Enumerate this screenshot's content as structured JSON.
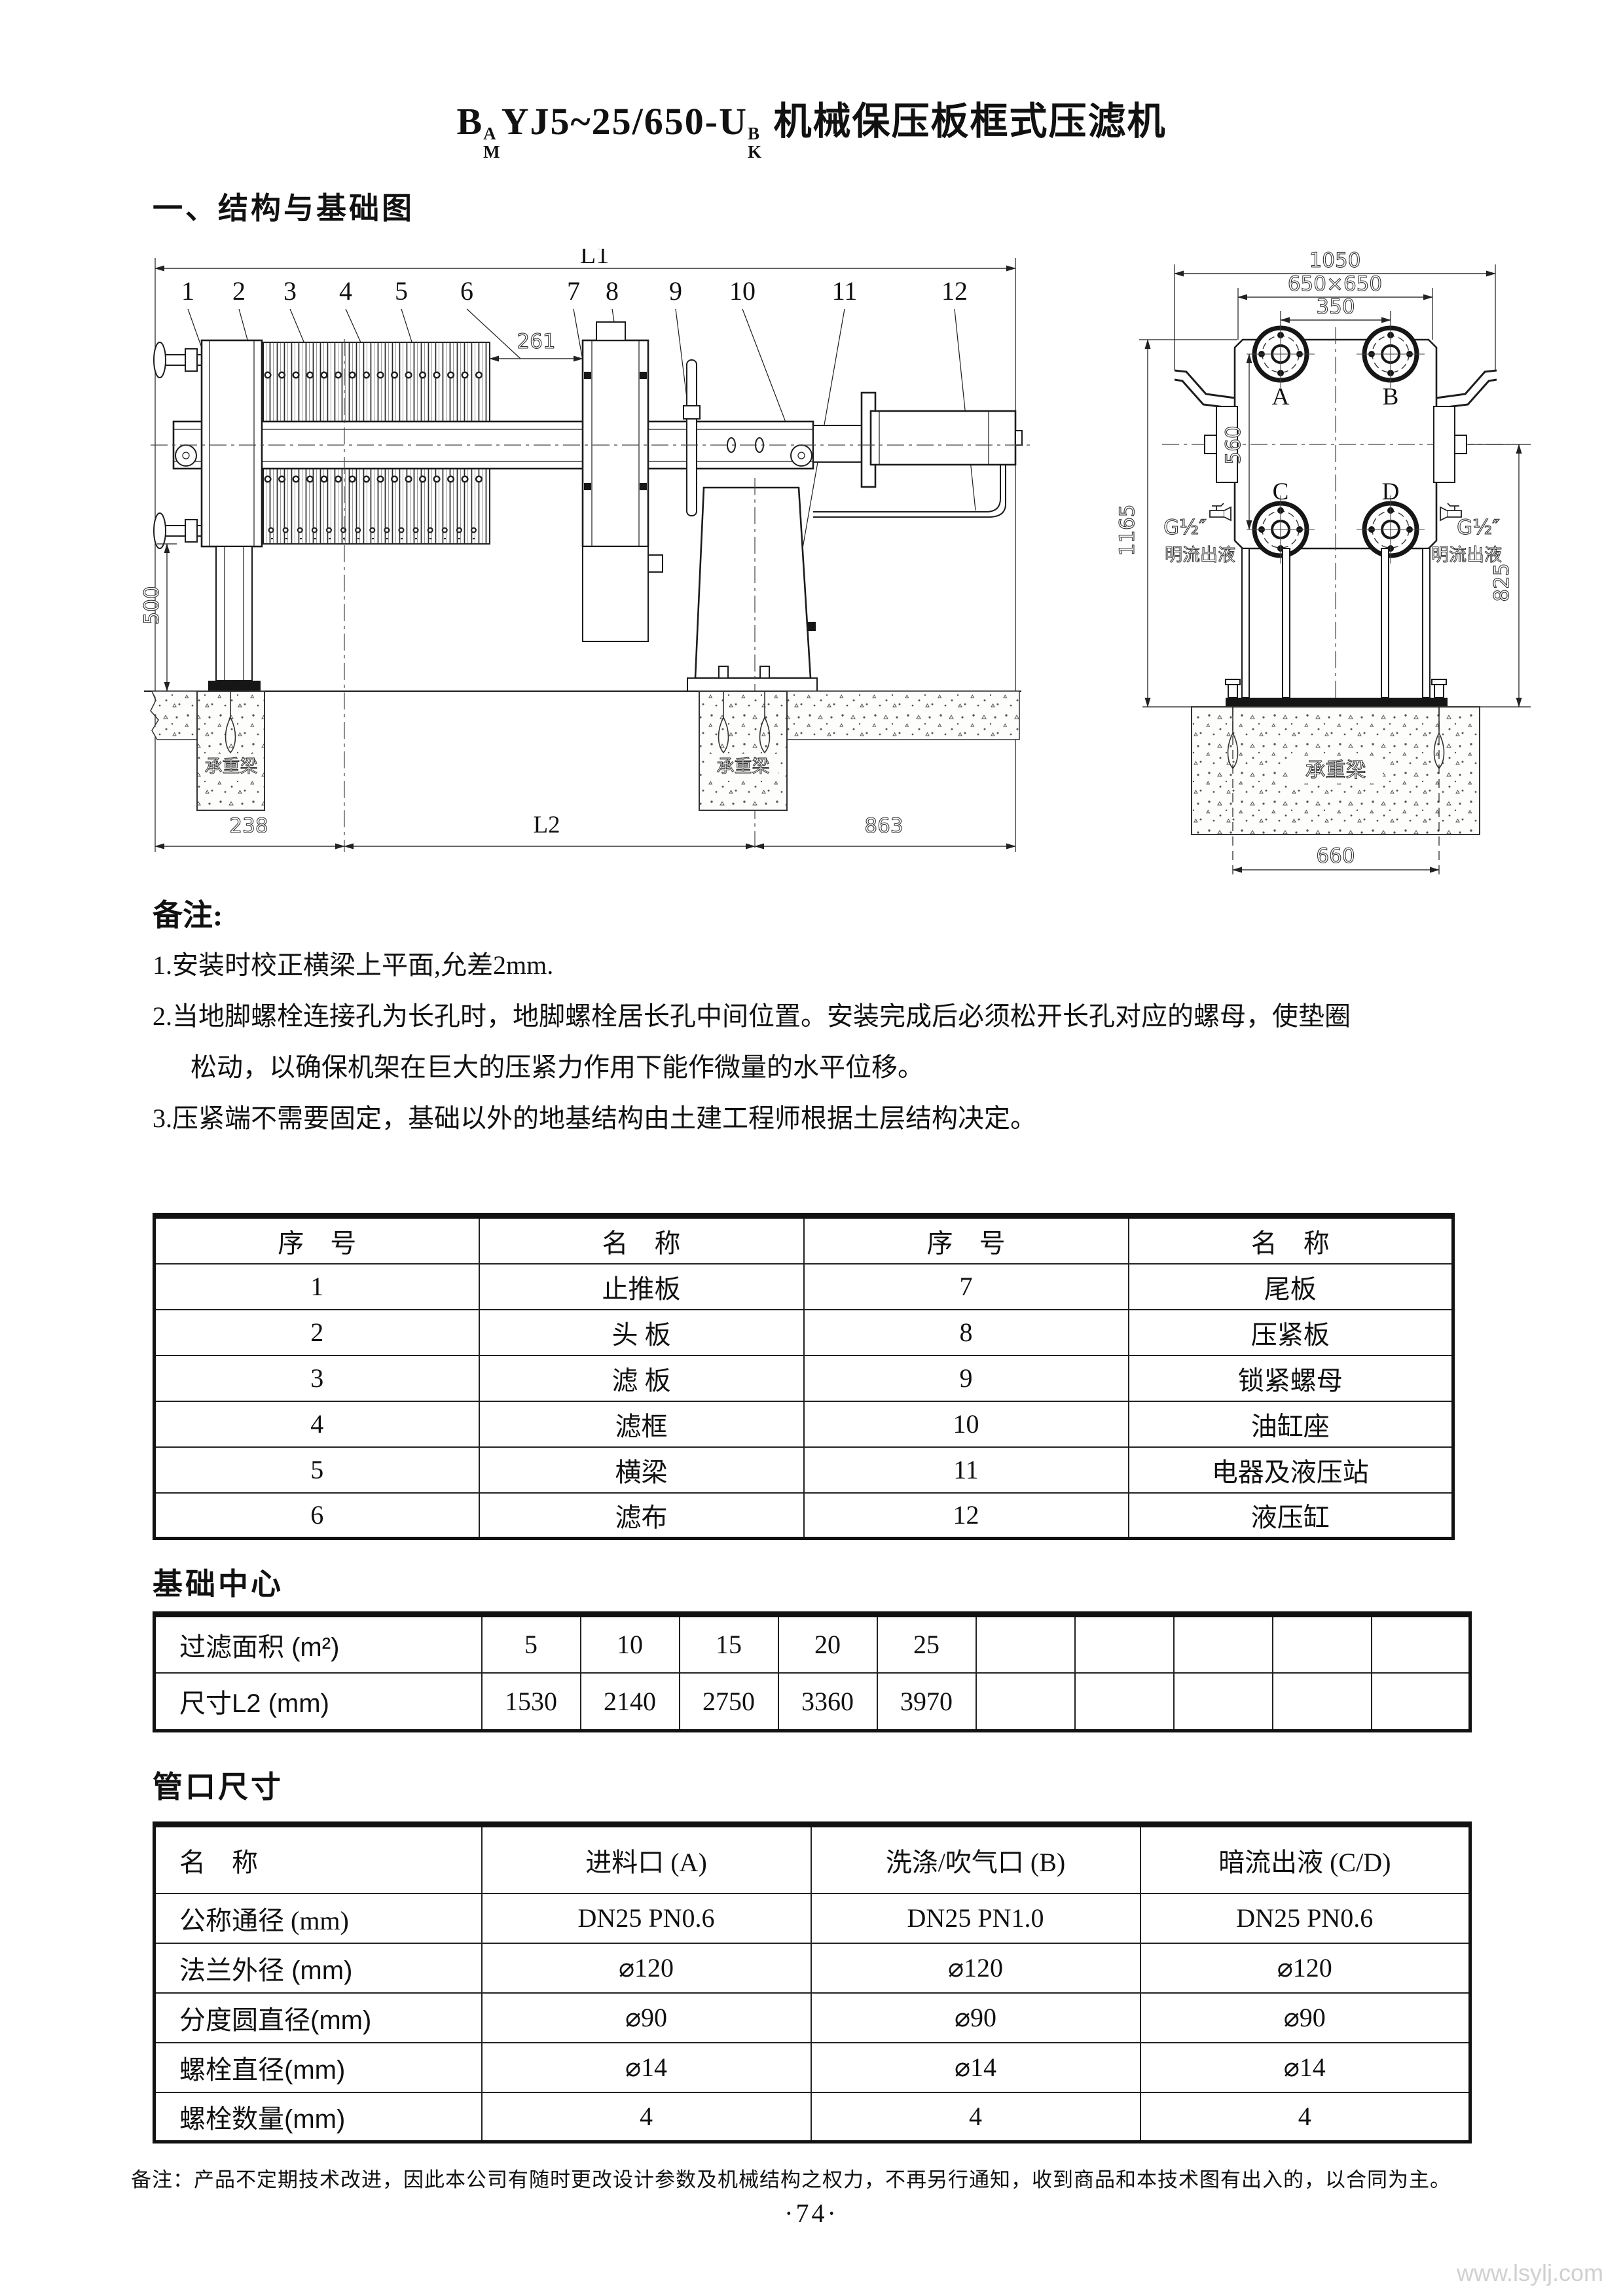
{
  "page": {
    "title": {
      "pre": "B",
      "sup1": "A",
      "sub1": "M",
      "mid": "YJ5~25/650-U",
      "sup2": "B",
      "sub2": "K",
      "cn": " 机械保压板框式压滤机"
    },
    "section_heading": "一、结构与基础图",
    "page_number": "·74·",
    "watermark": "www.lsylj.com",
    "footer_note": "备注：产品不定期技术改进，因此本公司有随时更改设计参数及机械结构之权力，不再另行通知，收到商品和本技术图有出入的，以合同为主。"
  },
  "notes": {
    "heading": "备注:",
    "line1": "1.安装时校正横梁上平面,允差2mm.",
    "line2": "2.当地脚螺栓连接孔为长孔时，地脚螺栓居长孔中间位置。安装完成后必须松开长孔对应的螺母，使垫圈",
    "line3": "松动，以确保机架在巨大的压紧力作用下能作微量的水平位移。",
    "line4": "3.压紧端不需要固定，基础以外的地基结构由土建工程师根据土层结构决定。"
  },
  "drawing": {
    "side_view": {
      "dim_L1": "L1",
      "dim_261": "261",
      "dim_500": "500",
      "dim_238": "238",
      "dim_L2": "L2",
      "dim_863": "863",
      "callouts": [
        "1",
        "2",
        "3",
        "4",
        "5",
        "6",
        "7",
        "8",
        "9",
        "10",
        "11",
        "12"
      ],
      "beam_label_left": "承重梁",
      "beam_label_right": "承重梁"
    },
    "end_view": {
      "dim_1050": "1050",
      "dim_650": "650×650",
      "dim_350": "350",
      "dim_1165": "1165",
      "dim_560": "560",
      "dim_825": "825",
      "dim_660": "660",
      "port_a": "A",
      "port_b": "B",
      "port_c": "C",
      "port_d": "D",
      "thread_left": "G½″",
      "thread_right": "G½″",
      "outflow_left": "明流出液",
      "outflow_right": "明流出液",
      "beam_label": "承重梁"
    }
  },
  "parts_table": {
    "headers": [
      "序　号",
      "名　称",
      "序　号",
      "名　称"
    ],
    "rows": [
      {
        "no1": "1",
        "name1": "止推板",
        "no2": "7",
        "name2": "尾板"
      },
      {
        "no1": "2",
        "name1": "头 板",
        "no2": "8",
        "name2": "压紧板"
      },
      {
        "no1": "3",
        "name1": "滤 板",
        "no2": "9",
        "name2": "锁紧螺母"
      },
      {
        "no1": "4",
        "name1": "滤框",
        "no2": "10",
        "name2": "油缸座"
      },
      {
        "no1": "5",
        "name1": "横梁",
        "no2": "11",
        "name2": "电器及液压站"
      },
      {
        "no1": "6",
        "name1": "滤布",
        "no2": "12",
        "name2": "液压缸"
      }
    ]
  },
  "foundation_table": {
    "heading": "基础中心",
    "row1_label": "过滤面积 (m²)",
    "row1": [
      "5",
      "10",
      "15",
      "20",
      "25",
      "",
      "",
      "",
      "",
      ""
    ],
    "row2_label": "尺寸L2 (mm)",
    "row2": [
      "1530",
      "2140",
      "2750",
      "3360",
      "3970",
      "",
      "",
      "",
      "",
      ""
    ]
  },
  "pipe_table": {
    "heading": "管口尺寸",
    "headers": [
      "名　称",
      "进料口 (A)",
      "洗涤/吹气口 (B)",
      "暗流出液 (C/D)"
    ],
    "rows": [
      {
        "label": "公称通径 (mm)",
        "a": "DN25  PN0.6",
        "b": "DN25  PN1.0",
        "cd": "DN25  PN0.6"
      },
      {
        "label": "法兰外径 (mm)",
        "a": "⌀120",
        "b": "⌀120",
        "cd": "⌀120"
      },
      {
        "label": "分度圆直径(mm)",
        "a": "⌀90",
        "b": "⌀90",
        "cd": "⌀90"
      },
      {
        "label": "螺栓直径(mm)",
        "a": "⌀14",
        "b": "⌀14",
        "cd": "⌀14"
      },
      {
        "label": "螺栓数量(mm)",
        "a": "4",
        "b": "4",
        "cd": "4"
      }
    ]
  }
}
